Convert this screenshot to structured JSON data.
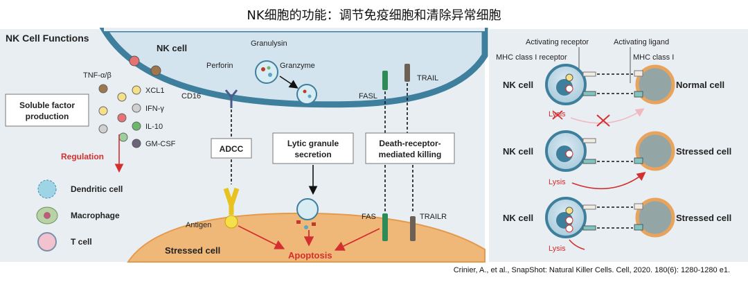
{
  "title": "NK细胞的功能：调节免疫细胞和清除异常细胞",
  "citation": "Crinier, A., et al., SnapShot: Natural Killer Cells. Cell, 2020. 180(6): 1280-1280 e1.",
  "colors": {
    "panel_bg": "#e9eef2",
    "nk_membrane": "#3d7f9c",
    "stressed_cell": "#f0b878",
    "arrow_red": "#d32f2f",
    "text_red": "#d32f2f"
  },
  "left_panel": {
    "heading": "NK Cell Functions",
    "nk_cell_label": "NK cell",
    "tnf_label": "TNF-α/β",
    "soluble_box": [
      "Soluble factor",
      "production"
    ],
    "cytokines": [
      "XCL1",
      "IFN-γ",
      "IL-10",
      "GM-CSF"
    ],
    "regulation_label": "Regulation",
    "regulated_cells": [
      "Dendritic cell",
      "Macrophage",
      "T cell"
    ],
    "granule_labels": {
      "granulysin": "Granulysin",
      "perforin": "Perforin",
      "granzyme": "Granzyme"
    },
    "cd16_label": "CD16",
    "adcc_box": "ADCC",
    "antigen_label": "Antigen",
    "lytic_box": [
      "Lytic granule",
      "secretion"
    ],
    "fasl_label": "FASL",
    "trail_label": "TRAIL",
    "death_box": [
      "Death-receptor-",
      "mediated killing"
    ],
    "fas_label": "FAS",
    "trailr_label": "TRAILR",
    "stressed_cell_label": "Stressed cell",
    "apoptosis_label": "Apoptosis"
  },
  "right_panel": {
    "activating_receptor": "Activating receptor",
    "activating_ligand": "Activating ligand",
    "mhc_receptor": "MHC class I receptor",
    "mhc_class": "MHC class I",
    "rows": [
      {
        "left": "NK cell",
        "right": "Normal cell",
        "lysis": "Lysis"
      },
      {
        "left": "NK cell",
        "right": "Stressed cell",
        "lysis": "Lysis"
      },
      {
        "left": "NK cell",
        "right": "Stressed cell",
        "lysis": "Lysis"
      }
    ]
  }
}
